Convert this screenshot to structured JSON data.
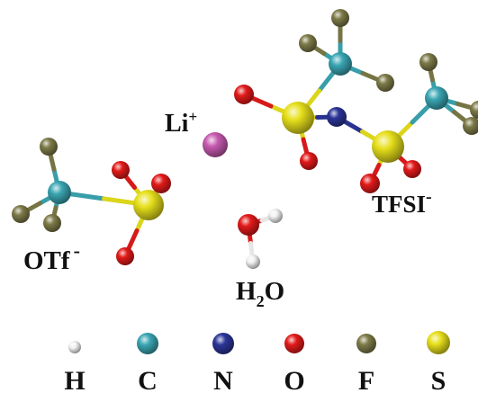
{
  "molecules": {
    "li": {
      "label": "Li",
      "charge": "+"
    },
    "otf": {
      "label": "OTf",
      "charge": "-"
    },
    "tfsi": {
      "label": "TFSI",
      "charge": "-"
    },
    "water": {
      "label_main": "H",
      "subscript": "2",
      "label_end": "O"
    }
  },
  "legend": {
    "items": [
      {
        "symbol": "H",
        "color": "#f2f2f2"
      },
      {
        "symbol": "C",
        "color": "#3aa6b3"
      },
      {
        "symbol": "N",
        "color": "#2b3597"
      },
      {
        "symbol": "O",
        "color": "#e21a1a"
      },
      {
        "symbol": "F",
        "color": "#7d7a48"
      },
      {
        "symbol": "S",
        "color": "#e7e01c"
      }
    ]
  },
  "atom_colors": {
    "H": "#f2f2f2",
    "C": "#3aa6b3",
    "N": "#2b3597",
    "O": "#e21a1a",
    "F": "#7d7a48",
    "S": "#e7e01c",
    "Li": "#c65ab0"
  }
}
